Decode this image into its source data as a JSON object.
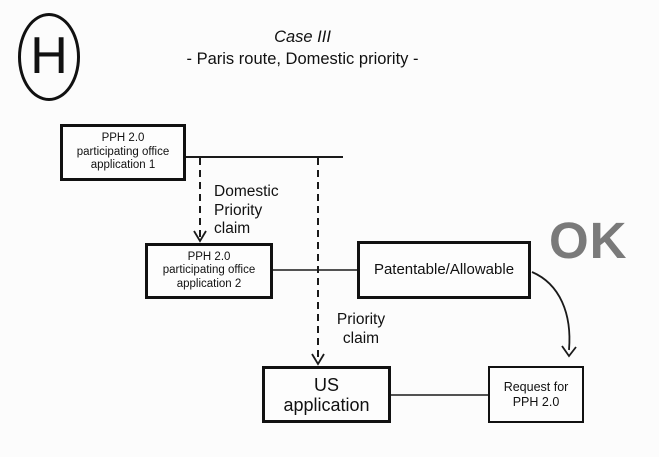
{
  "badge": {
    "letter": "H"
  },
  "title": {
    "line1": "Case III",
    "line2": "- Paris route, Domestic priority -"
  },
  "boxes": {
    "app1": {
      "line1": "PPH 2.0",
      "line2": "participating office",
      "line3": "application 1"
    },
    "app2": {
      "line1": "PPH 2.0",
      "line2": "participating office",
      "line3": "application 2"
    },
    "patentable": {
      "label": "Patentable/Allowable"
    },
    "us": {
      "line1": "US",
      "line2": "application"
    },
    "request": {
      "line1": "Request for",
      "line2": "PPH 2.0"
    }
  },
  "labels": {
    "domestic_priority": {
      "line1": "Domestic",
      "line2": "Priority",
      "line3": "claim"
    },
    "priority": {
      "line1": "Priority",
      "line2": "claim"
    },
    "ok": "OK"
  },
  "colors": {
    "line": "#1a1a1a",
    "ok_gray": "#7a7a7a",
    "background": "#fcfcfc"
  }
}
